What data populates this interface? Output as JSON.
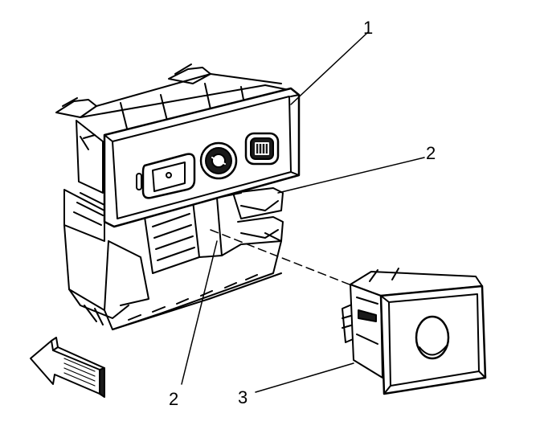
{
  "callouts": {
    "label_1": "1",
    "label_2_upper": "2",
    "label_2_lower": "2",
    "label_3": "3"
  },
  "colors": {
    "line": "#000000",
    "fill": "#ffffff",
    "shade": "#1a1a1a"
  },
  "icons": {
    "direction_arrow": "arrow-left-icon",
    "rear_defog_button": "rear-defog-icon",
    "rocker_switch": "rocker-switch-icon",
    "rotary_knob": "knob-icon"
  }
}
